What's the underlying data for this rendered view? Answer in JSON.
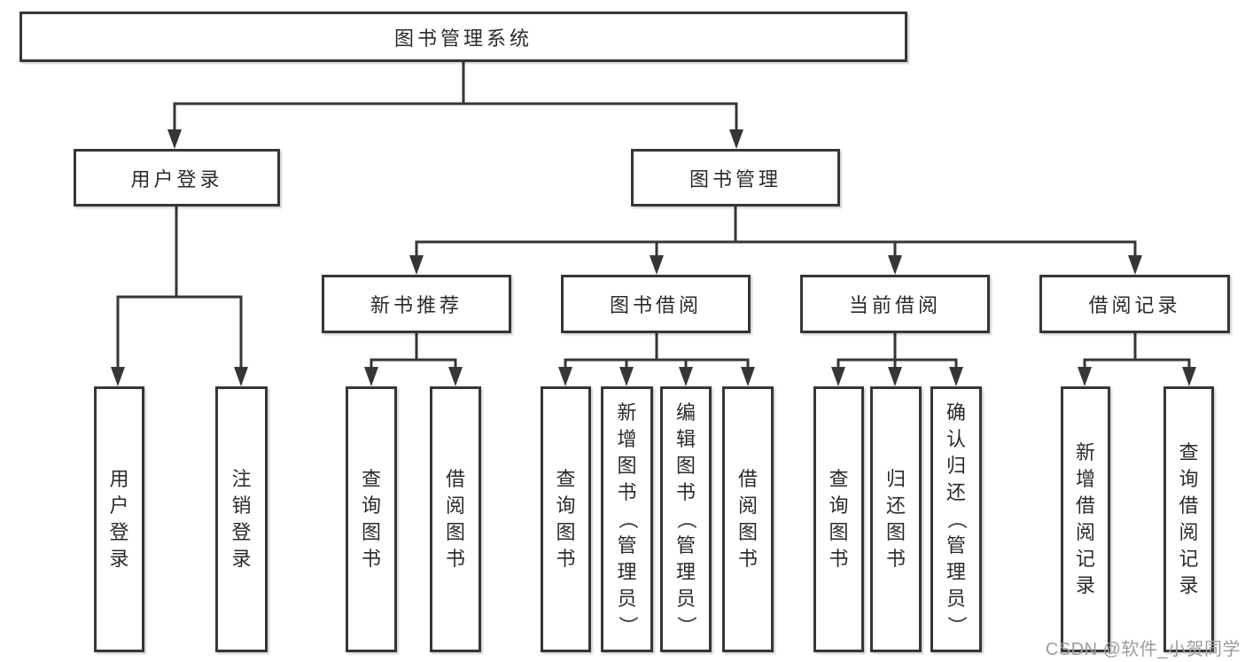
{
  "diagram": {
    "title": "图书管理系统",
    "branches": [
      {
        "label": "用户登录",
        "children": [
          "用户登录",
          "注销登录"
        ]
      },
      {
        "label": "图书管理",
        "children": [
          {
            "label": "新书推荐",
            "children": [
              "查询图书",
              "借阅图书"
            ]
          },
          {
            "label": "图书借阅",
            "children": [
              "查询图书",
              "新增图书（管理员）",
              "编辑图书（管理员）",
              "借阅图书"
            ]
          },
          {
            "label": "当前借阅",
            "children": [
              "查询图书",
              "归还图书",
              "确认归还（管理员）"
            ]
          },
          {
            "label": "借阅记录",
            "children": [
              "新增借阅记录",
              "查询借阅记录"
            ]
          }
        ]
      }
    ]
  },
  "watermark": {
    "text": "CSDN @软件_小贺同学"
  },
  "colors": {
    "line": "#363636",
    "text": "#2b2b2b",
    "background": "#ffffff",
    "watermark": "#9c9c9c"
  }
}
